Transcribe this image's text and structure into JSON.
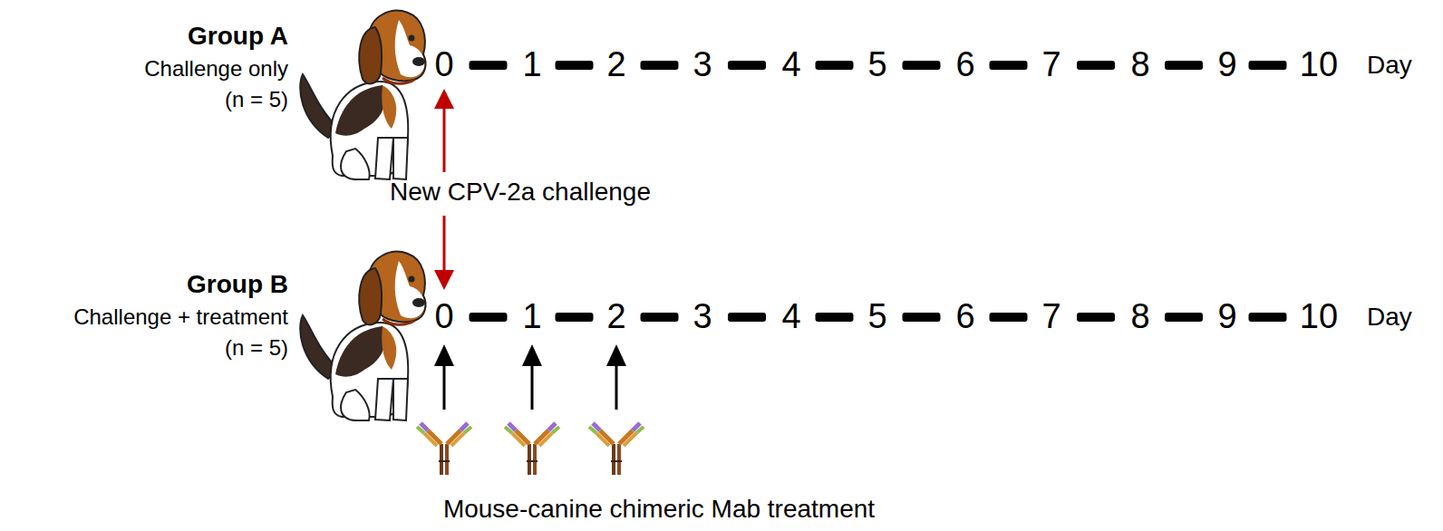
{
  "diagram": {
    "labels": [
      "Group A",
      "Challenge only",
      "(n = 5)",
      "0",
      "1",
      "2",
      "3",
      "4",
      "5",
      "6",
      "7",
      "8",
      "9",
      "10",
      "Day",
      "New CPV-2a challenge",
      "Group B",
      "Challenge + treatment",
      "(n = 5)",
      "0",
      "1",
      "2",
      "3",
      "4",
      "5",
      "6",
      "7",
      "8",
      "9",
      "10",
      "Day",
      "Mouse-canine chimeric Mab treatment"
    ]
  }
}
